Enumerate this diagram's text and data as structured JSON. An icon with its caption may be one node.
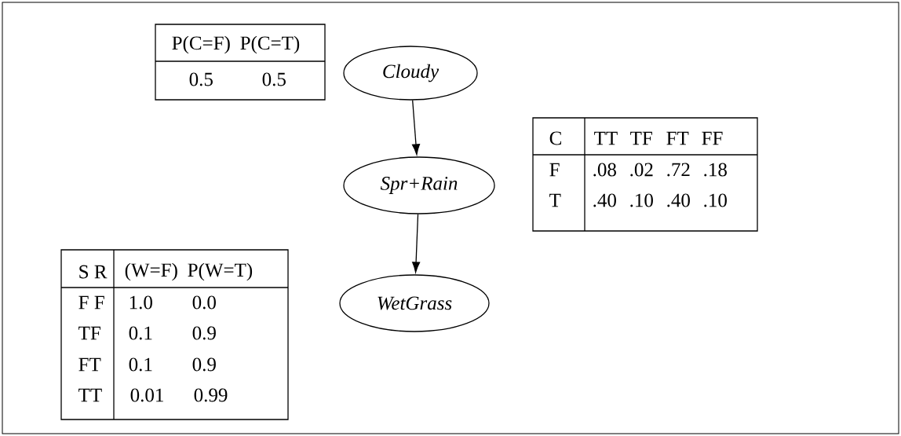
{
  "diagram": {
    "nodes": [
      {
        "text": [
          "Cloudy"
        ]
      },
      {
        "text": [
          "Spr+Rain"
        ]
      },
      {
        "text": [
          "WetGrass"
        ]
      }
    ],
    "edges": [
      {
        "from": 0,
        "to": 1,
        "arrow": "to"
      },
      {
        "from": 1,
        "to": 2,
        "arrow": "to"
      }
    ],
    "labels": [
      "P(C=F)",
      "P(C=T)",
      "0.5",
      "0.5",
      "C",
      "TT",
      "TF",
      "FT",
      "FF",
      "F",
      ".08",
      ".02",
      ".72",
      ".18",
      "T",
      ".40",
      ".10",
      ".40",
      ".10",
      "S R",
      "(W=F)",
      "P(W=T)",
      "F F",
      "1.0",
      "0.0",
      "TF",
      "0.1",
      "0.9",
      "FT",
      "0.1",
      "0.9",
      "TT",
      "0.01",
      "0.99"
    ]
  }
}
